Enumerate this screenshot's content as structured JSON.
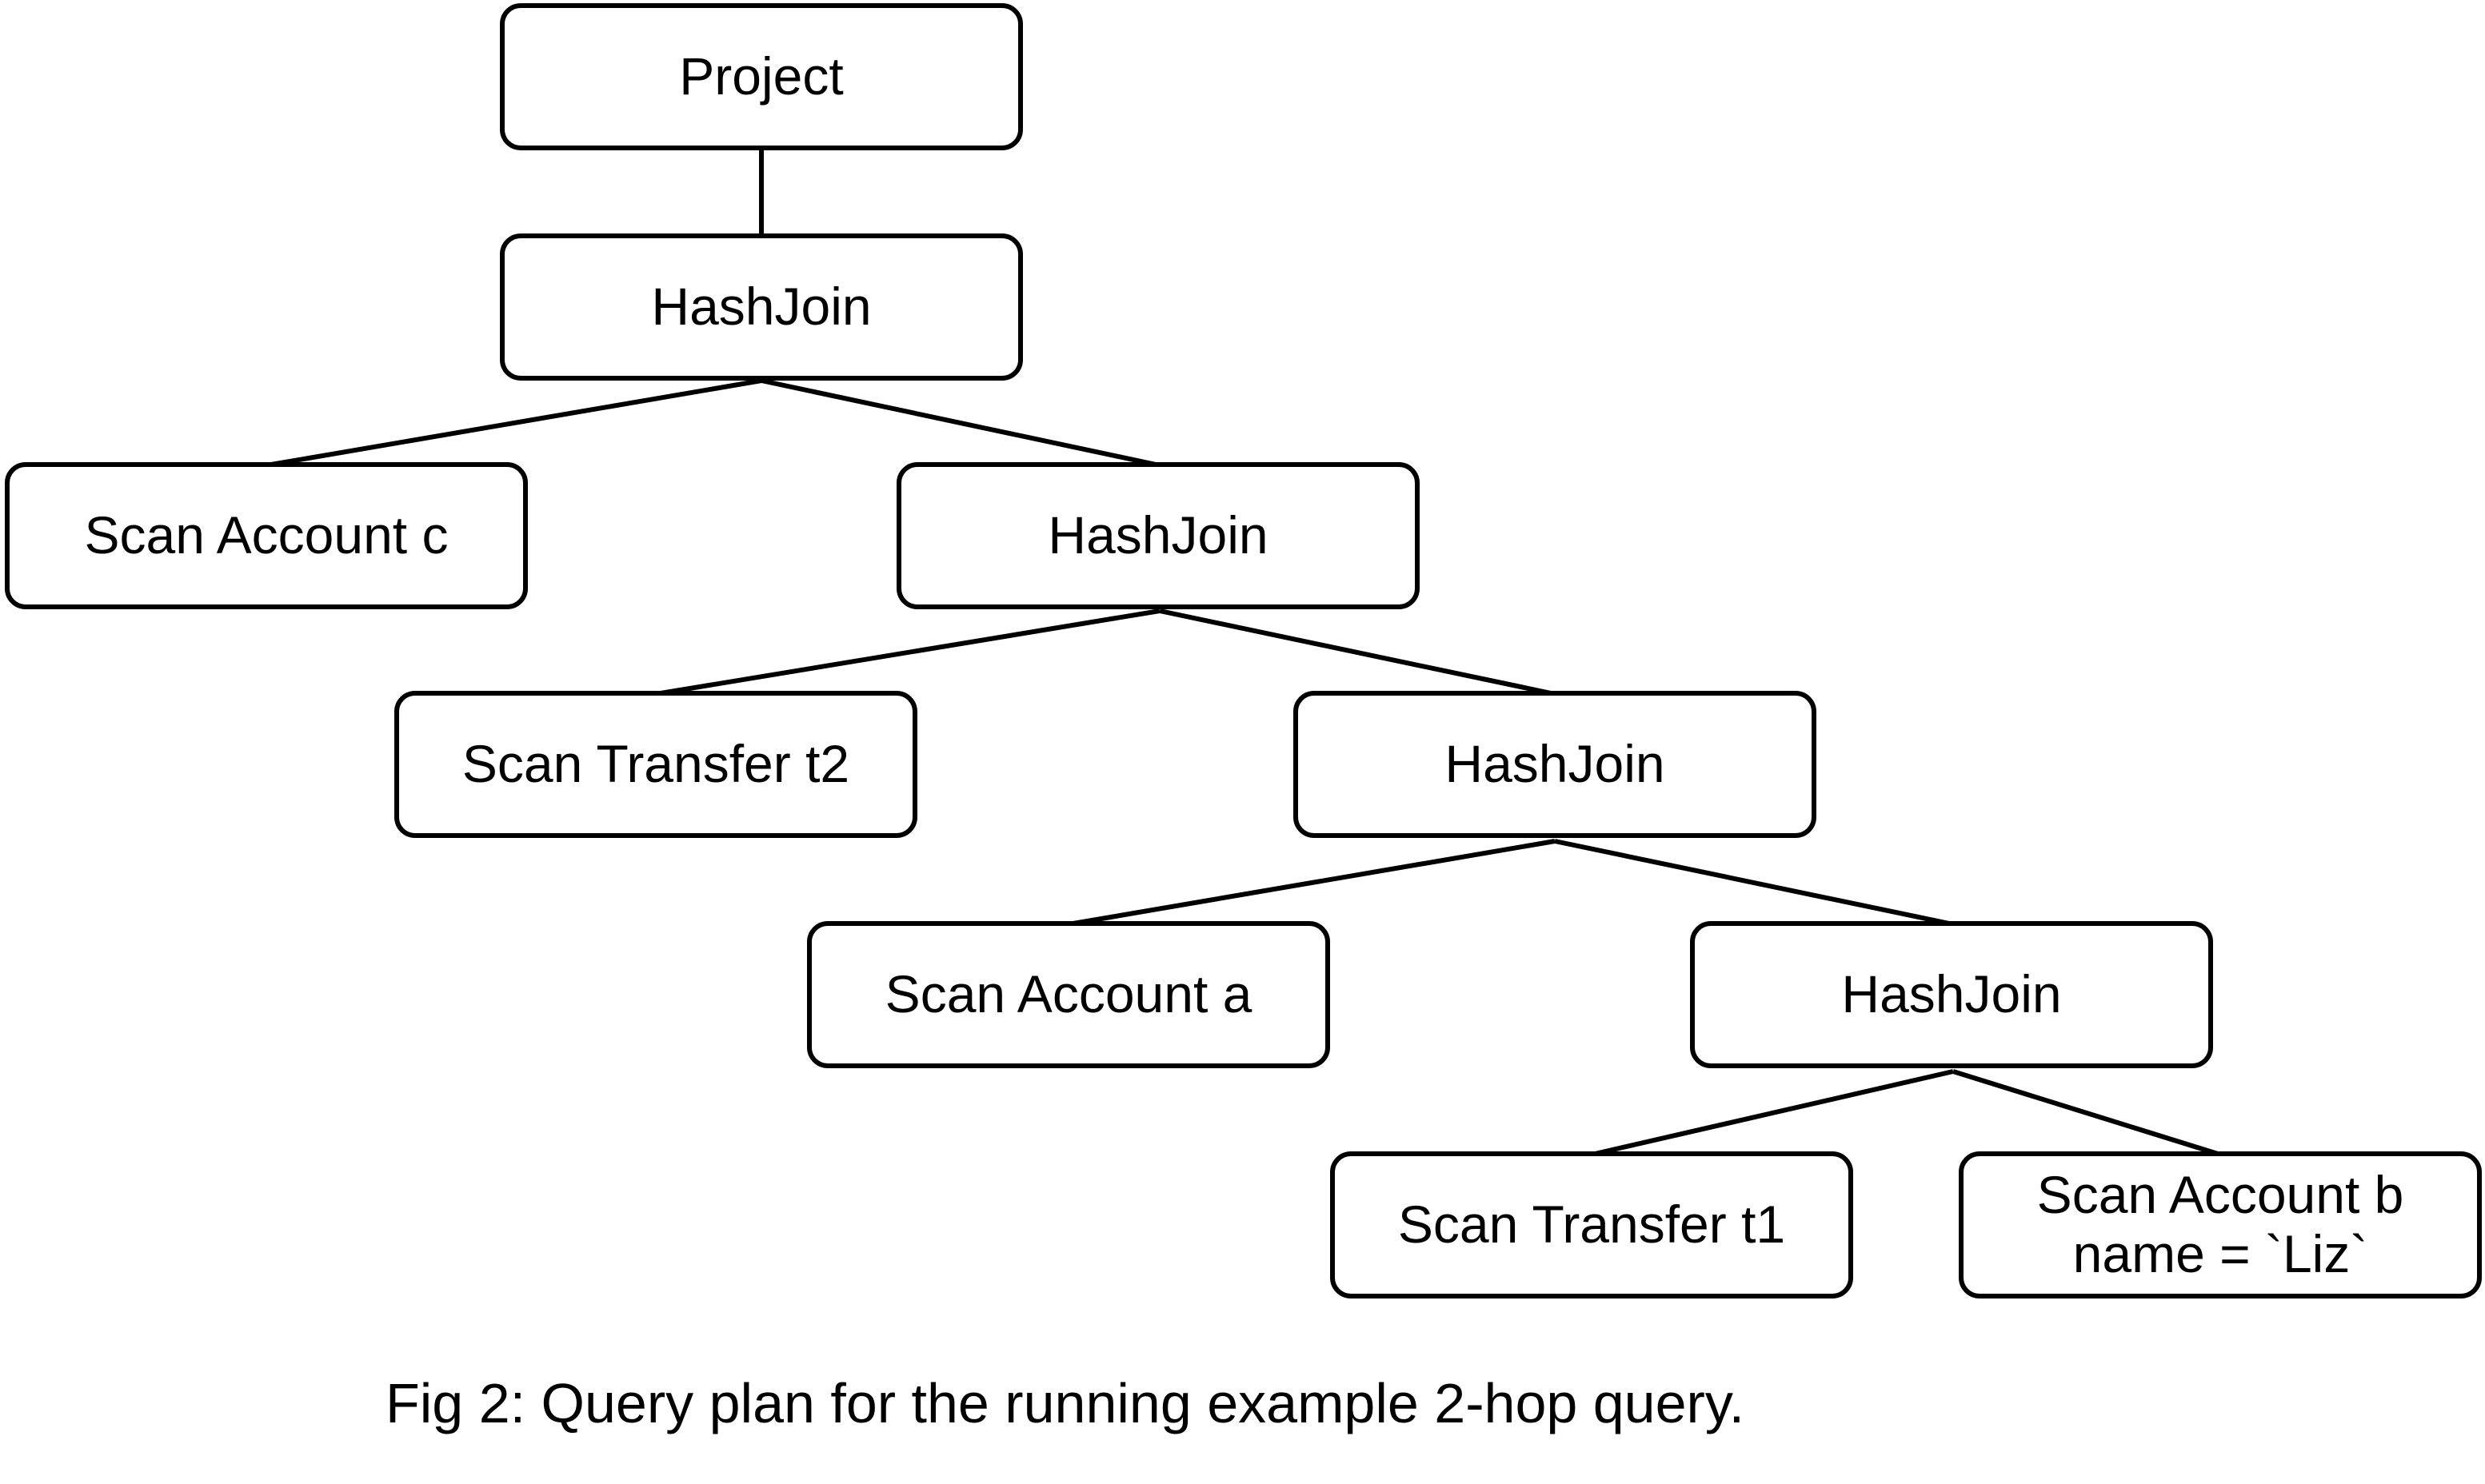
{
  "diagram": {
    "nodes": {
      "project": "Project",
      "hashjoin_1": "HashJoin",
      "scan_account_c": "Scan Account c",
      "hashjoin_2": "HashJoin",
      "scan_transfer_t2": "Scan Transfer t2",
      "hashjoin_3": "HashJoin",
      "scan_account_a": "Scan Account a",
      "hashjoin_4": "HashJoin",
      "scan_transfer_t1": "Scan Transfer t1",
      "scan_account_b": {
        "line1": "Scan Account b",
        "line2": "name = `Liz`"
      }
    },
    "edges": [
      [
        "project",
        "hashjoin_1"
      ],
      [
        "hashjoin_1",
        "scan_account_c"
      ],
      [
        "hashjoin_1",
        "hashjoin_2"
      ],
      [
        "hashjoin_2",
        "scan_transfer_t2"
      ],
      [
        "hashjoin_2",
        "hashjoin_3"
      ],
      [
        "hashjoin_3",
        "scan_account_a"
      ],
      [
        "hashjoin_3",
        "hashjoin_4"
      ],
      [
        "hashjoin_4",
        "scan_transfer_t1"
      ],
      [
        "hashjoin_4",
        "scan_account_b"
      ]
    ],
    "caption": "Fig 2: Query plan for the running example 2-hop query."
  }
}
